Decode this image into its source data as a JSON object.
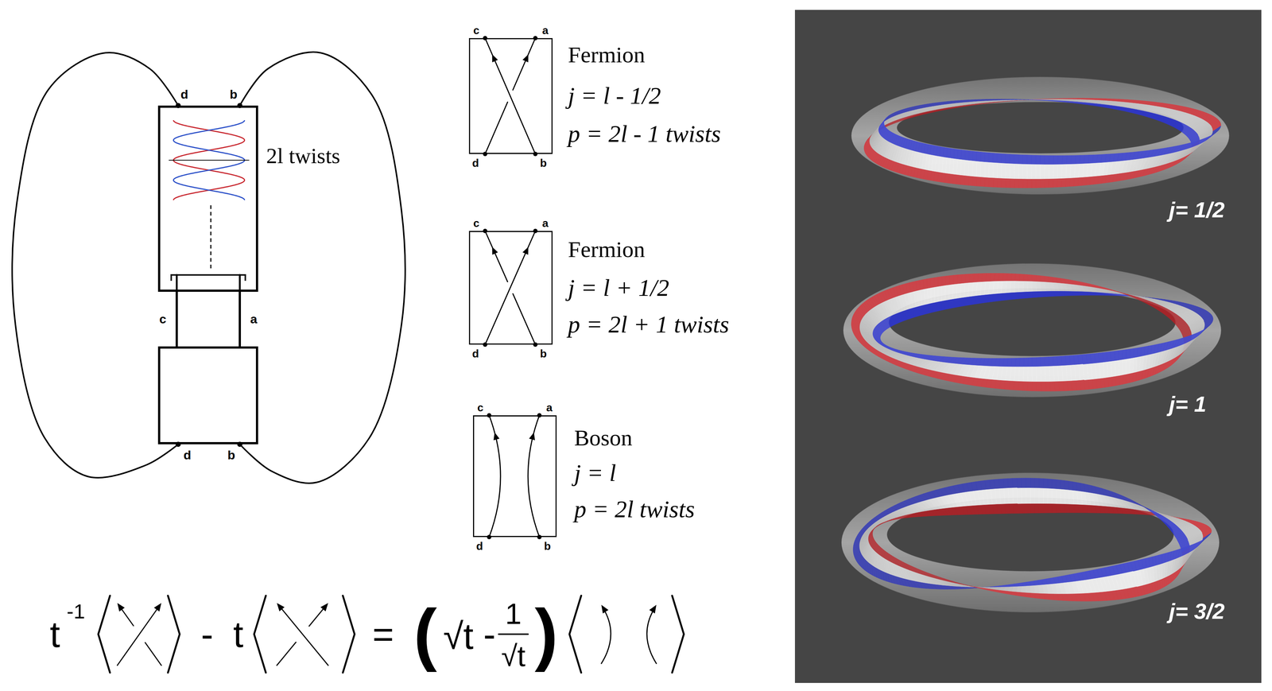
{
  "diagram": {
    "nodes": [
      {
        "text": [
          "d",
          "b",
          "2l twists"
        ]
      },
      {
        "text": [
          "d",
          "b"
        ]
      },
      {
        "text": [
          "Fermion",
          "j = l - 1/2",
          "p = 2l - 1 twists",
          "c",
          "a",
          "d",
          "b"
        ]
      },
      {
        "text": [
          "Fermion",
          "j = l + 1/2",
          "p = 2l + 1 twists",
          "c",
          "a",
          "d",
          "b"
        ]
      },
      {
        "text": [
          "Boson",
          "j = l",
          "p = 2l twists",
          "c",
          "a",
          "d",
          "b"
        ]
      },
      {
        "text": [
          "j= 1/2",
          "j= 1",
          "j= 3/2"
        ]
      }
    ],
    "edges": [
      {
        "from": 0,
        "to": 1,
        "arrow": "none",
        "label": "c"
      },
      {
        "from": 0,
        "to": 1,
        "arrow": "none",
        "label": "a"
      },
      {
        "from": 0,
        "to": 1,
        "arrow": "none"
      },
      {
        "from": 0,
        "to": 1,
        "arrow": "none"
      }
    ],
    "labels": [
      "t",
      "-1",
      "-",
      "t",
      "=",
      "(",
      "√t",
      "-",
      "1",
      "√t",
      ")"
    ]
  }
}
